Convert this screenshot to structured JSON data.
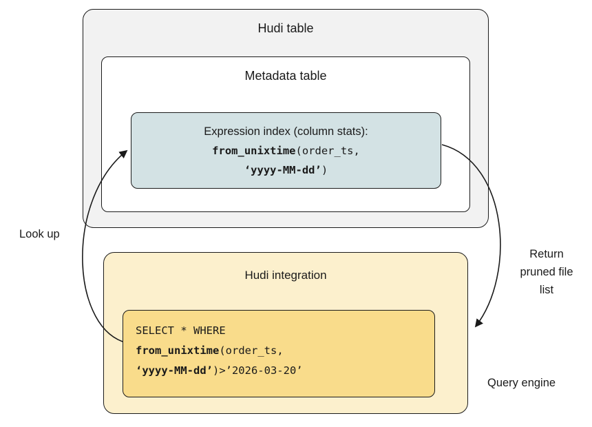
{
  "hudi_table": {
    "title": "Hudi table"
  },
  "metadata_table": {
    "title": "Metadata table"
  },
  "expression_index": {
    "label": "Expression index (column stats):",
    "line1_bold": "from_unixtime",
    "line1_rest": "(order_ts,",
    "line2_bold": "‘yyyy-MM-dd’",
    "line2_rest": ")"
  },
  "hudi_integration": {
    "title": "Hudi integration"
  },
  "query_code": {
    "line1": "SELECT * WHERE",
    "line2_bold": "from_unixtime",
    "line2_rest": "(order_ts,",
    "line3_bold": "‘yyyy-MM-dd’",
    "line3_rest": ")>’2026-03-20’"
  },
  "labels": {
    "look_up": "Look up",
    "return_pruned": "Return pruned file list",
    "query_engine": "Query engine"
  },
  "colors": {
    "outer_fill": "#f2f2f2",
    "metadata_fill": "#ffffff",
    "expression_fill": "#d3e2e4",
    "integration_fill": "#fcf0cd",
    "query_fill": "#f9dc8b",
    "stroke": "#1a1a1a"
  }
}
